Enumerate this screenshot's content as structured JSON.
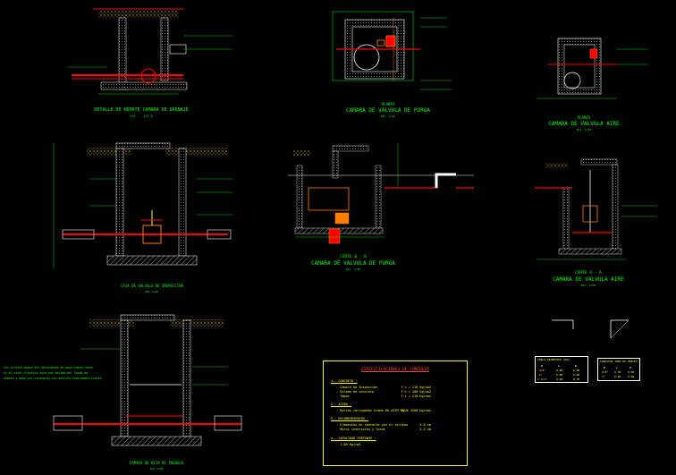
{
  "drawings": {
    "detalle_tuberia": {
      "title": "DETALLE DE REMATE CAMARA DE DRENAJE",
      "scale": "S/E  --  1/2 A"
    },
    "planta_purga": {
      "label": "PLANTA",
      "title": "CAMARA DE VALVULA DE PURGA",
      "scale": "ESC. 1/20"
    },
    "planta_aire": {
      "label": "PLANTA",
      "title": "CAMARA DE VALVULA AIRE",
      "scale": "ESC. 1/20"
    },
    "corte_purga": {
      "label": "CORTE  B - B",
      "title": "CAMARA DE VALVULA DE PURGA",
      "scale": "ESC. 1/20"
    },
    "corte_aire": {
      "label": "CORTE  A - A",
      "title": "CAMARA DE VALVULA AIRE",
      "scale": "ESC. 1/20"
    },
    "caja_inspeccion": {
      "title": "CAJA DE VALVULA DE INSPECCION",
      "scale": "ESC 1/20"
    },
    "camara_reja": {
      "title": "CAMARA DE REJA DE INGRESO",
      "scale": "ESC 1/20"
    }
  },
  "specifications": {
    "title": "ESPECIFICACIONES DE CONCRETO",
    "sections": [
      {
        "heading": "1.- CONCRETO :",
        "lines": [
          {
            "text": "-  Camara de Inspeccion",
            "value": "f'c = 210 Kg/cm2"
          },
          {
            "text": "-  Solado de concreto",
            "value": "f'c = 100 Kg/cm2"
          },
          {
            "text": "-  Tapas",
            "value": "f'c = 210 Kg/cm2"
          }
        ]
      },
      {
        "heading": "2.- ACERO :",
        "lines": [
          {
            "text": "-  Barras corrugadas Grado 60 ASTM A615",
            "value": "fy = 4200 Kg/cm2"
          }
        ]
      },
      {
        "heading": "3.- RECUBRIMIENTOS :",
        "lines": [
          {
            "text": "-  Elementos en contacto con el terreno",
            "value": "5.0 cm"
          },
          {
            "text": "-  Muros interiores y losas",
            "value": "2.5 cm"
          }
        ]
      },
      {
        "heading": "4.- CAPACIDAD PORTANTE :",
        "lines": [
          {
            "text": "-  1.00 Kg/cm2",
            "value": ""
          }
        ]
      }
    ]
  },
  "table_left": {
    "title": "TABLA DIAMETROS VALV",
    "headers": [
      "Ø",
      "A",
      "B"
    ],
    "rows": [
      [
        "3/4\"",
        "0.80",
        "0.60"
      ],
      [
        "1\"",
        "0.80",
        "0.60"
      ],
      [
        "1 1/2\"",
        "0.90",
        "0.70"
      ]
    ]
  },
  "table_right": {
    "title": "LONGITUD TUBO DE VENTEO",
    "headers": [
      "Ø",
      "L",
      "H"
    ],
    "rows": [
      [
        "3/4\"",
        "0.30",
        "0.50"
      ],
      [
        "1\"",
        "0.40",
        "0.60"
      ]
    ]
  },
  "note_left": [
    "Los pilotes deben ser defendidos de agua subterranea",
    "si el nivel freatico esta por encima del fondo de",
    "camara y debe ser protegido con aditivo impermeabilizante"
  ],
  "colors": {
    "bg": "#000000",
    "concrete": "#ffffff",
    "dims": "#00ff00",
    "text": "#ffff00",
    "pipe": "#ff0000",
    "valve": "#ff8000",
    "hatch": "#00ffff"
  }
}
